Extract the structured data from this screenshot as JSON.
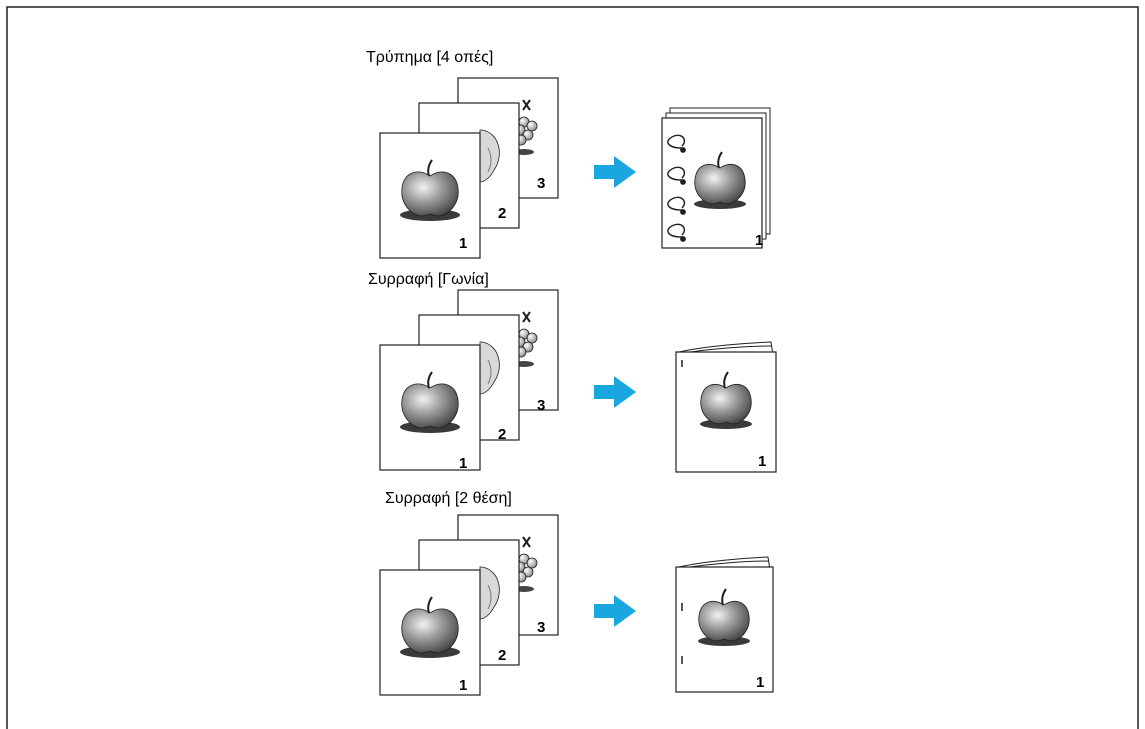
{
  "rows": [
    {
      "label": "Τρύπημα [4 οπές]",
      "pages": [
        "1",
        "2",
        "3"
      ],
      "result": {
        "type": "punch",
        "page": "1"
      }
    },
    {
      "label": "Συρραφή [Γωνία]",
      "pages": [
        "1",
        "2",
        "3"
      ],
      "result": {
        "type": "staple-corner",
        "page": "1"
      }
    },
    {
      "label": "Συρραφή [2 θέση]",
      "pages": [
        "1",
        "2",
        "3"
      ],
      "result": {
        "type": "staple-2pos",
        "page": "1"
      }
    }
  ],
  "colors": {
    "arrow": "#1aa7e0",
    "line": "#231f20",
    "shadow": "#555555"
  }
}
